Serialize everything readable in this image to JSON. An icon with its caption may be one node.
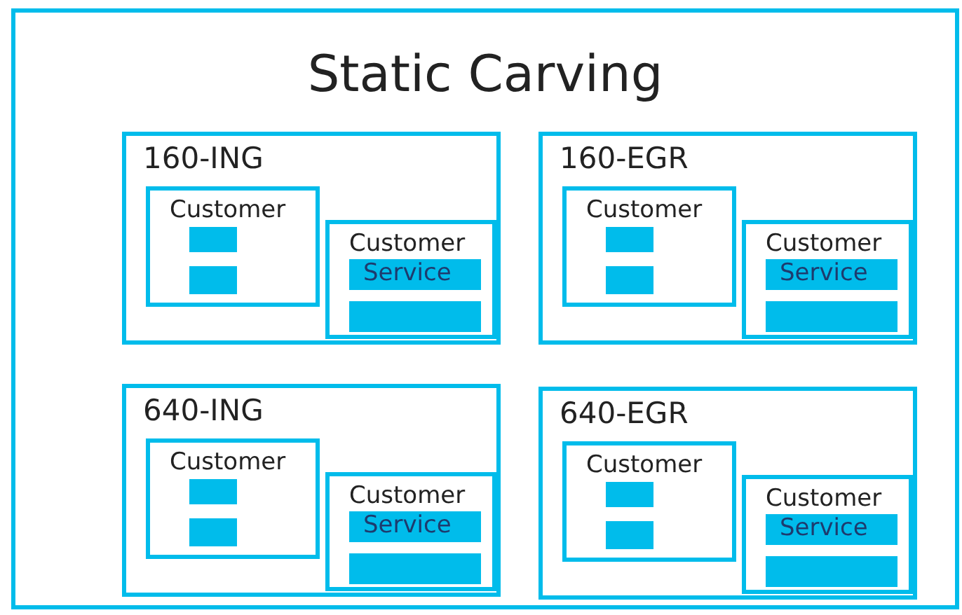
{
  "diagram": {
    "nodes": [
      {
        "text": [
          "Static Carving"
        ]
      },
      {
        "text": [
          "160-ING"
        ],
        "in": 0
      },
      {
        "text": [
          "Customer"
        ],
        "in": 1
      },
      {
        "text": [],
        "shape": "bar",
        "in": 2
      },
      {
        "text": [],
        "shape": "bar",
        "in": 2
      },
      {
        "text": [
          "Customer"
        ],
        "in": 1
      },
      {
        "text": [
          "Service"
        ],
        "in": 5
      },
      {
        "text": [],
        "shape": "bar",
        "in": 5
      },
      {
        "text": [
          "160-EGR"
        ],
        "in": 0
      },
      {
        "text": [
          "Customer"
        ],
        "in": 8
      },
      {
        "text": [],
        "shape": "bar",
        "in": 9
      },
      {
        "text": [],
        "shape": "bar",
        "in": 9
      },
      {
        "text": [
          "Customer"
        ],
        "in": 8
      },
      {
        "text": [
          "Service"
        ],
        "in": 12
      },
      {
        "text": [],
        "shape": "bar",
        "in": 12
      },
      {
        "text": [
          "640-ING"
        ],
        "in": 0
      },
      {
        "text": [
          "Customer"
        ],
        "in": 15
      },
      {
        "text": [],
        "shape": "bar",
        "in": 16
      },
      {
        "text": [],
        "shape": "bar",
        "in": 16
      },
      {
        "text": [
          "Customer"
        ],
        "in": 15
      },
      {
        "text": [
          "Service"
        ],
        "in": 19
      },
      {
        "text": [],
        "shape": "bar",
        "in": 19
      },
      {
        "text": [
          "640-EGR"
        ],
        "in": 0
      },
      {
        "text": [
          "Customer"
        ],
        "in": 22
      },
      {
        "text": [],
        "shape": "bar",
        "in": 23
      },
      {
        "text": [],
        "shape": "bar",
        "in": 23
      },
      {
        "text": [
          "Customer"
        ],
        "in": 22
      },
      {
        "text": [
          "Service"
        ],
        "in": 26
      },
      {
        "text": [],
        "shape": "bar",
        "in": 26
      }
    ]
  }
}
